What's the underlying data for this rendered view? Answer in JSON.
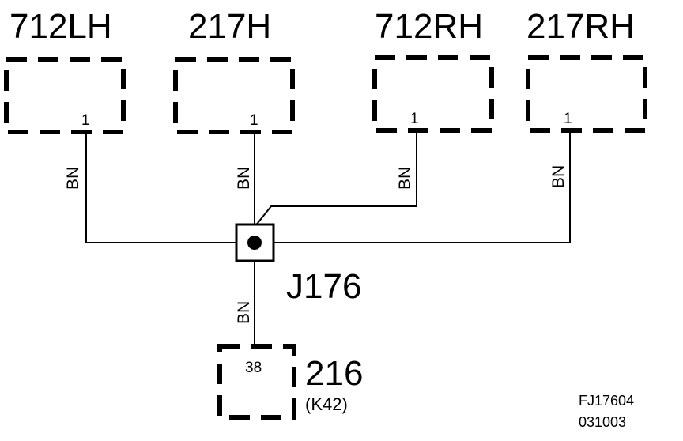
{
  "connectors": [
    {
      "name": "712LH",
      "pin": "1"
    },
    {
      "name": "217H",
      "pin": "1"
    },
    {
      "name": "712RH",
      "pin": "1"
    },
    {
      "name": "217RH",
      "pin": "1"
    }
  ],
  "wire_color_label": "BN",
  "splice": {
    "label": "J176"
  },
  "bottom_connector": {
    "name": "216",
    "sub": "(K42)",
    "pin": "38"
  },
  "ref": {
    "code": "FJ17604",
    "date": "031003"
  }
}
